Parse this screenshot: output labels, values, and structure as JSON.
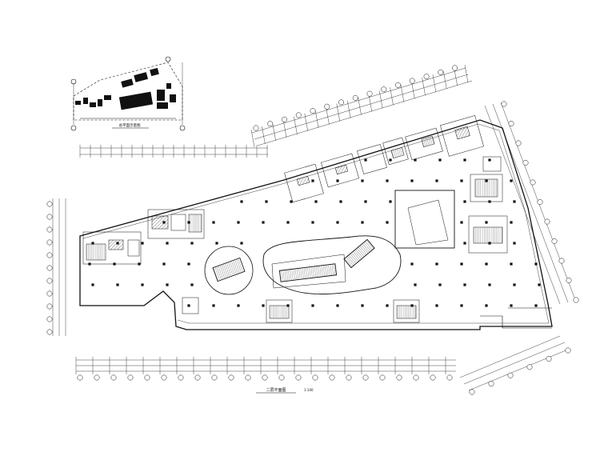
{
  "drawing": {
    "title": "二层平面图",
    "scale_note": "1:100",
    "key_plan_title": "总平面示意图",
    "ink_color": "#111111",
    "background_color": "#ffffff"
  }
}
